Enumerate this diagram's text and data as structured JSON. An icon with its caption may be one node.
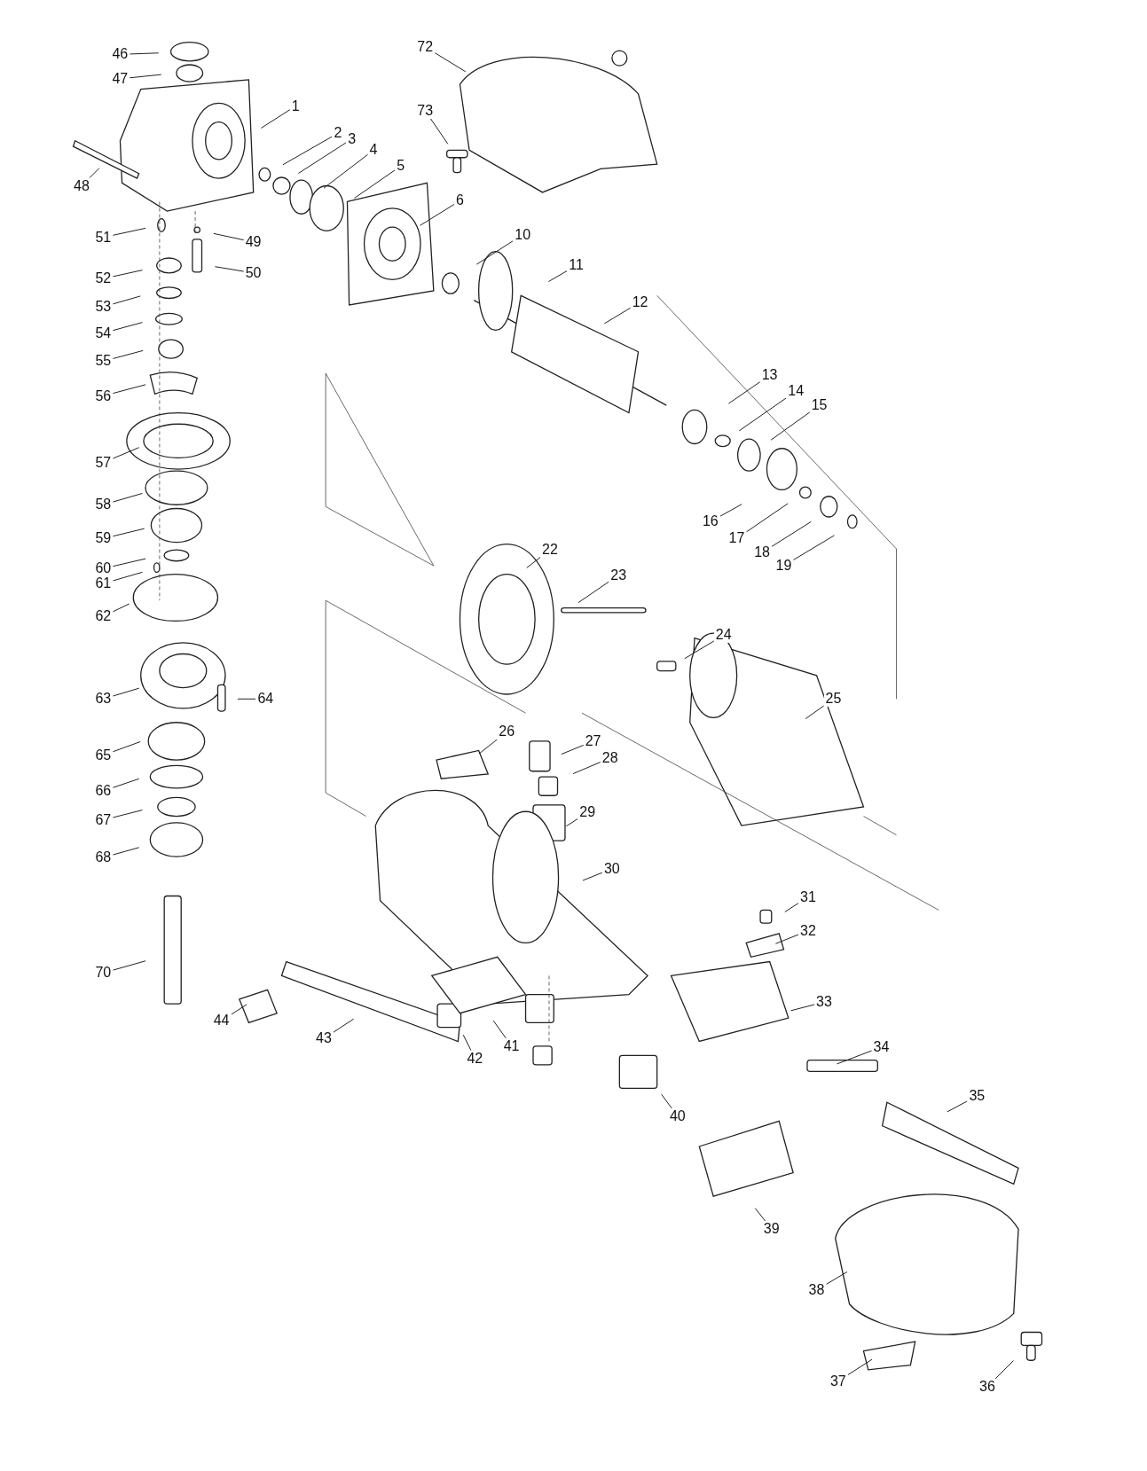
{
  "diagram": {
    "nodes": [
      {
        "text": [
          "46"
        ]
      },
      {
        "text": [
          "47"
        ]
      },
      {
        "text": [
          "72"
        ]
      },
      {
        "text": [
          "1"
        ]
      },
      {
        "text": [
          "73"
        ]
      },
      {
        "text": [
          "2"
        ]
      },
      {
        "text": [
          "3"
        ]
      },
      {
        "text": [
          "4"
        ]
      },
      {
        "text": [
          "5"
        ]
      },
      {
        "text": [
          "48"
        ]
      },
      {
        "text": [
          "6"
        ]
      },
      {
        "text": [
          "10"
        ]
      },
      {
        "text": [
          "51"
        ]
      },
      {
        "text": [
          "49"
        ]
      },
      {
        "text": [
          "11"
        ]
      },
      {
        "text": [
          "50"
        ]
      },
      {
        "text": [
          "52"
        ]
      },
      {
        "text": [
          "12"
        ]
      },
      {
        "text": [
          "53"
        ]
      },
      {
        "text": [
          "54"
        ]
      },
      {
        "text": [
          "55"
        ]
      },
      {
        "text": [
          "13"
        ]
      },
      {
        "text": [
          "14"
        ]
      },
      {
        "text": [
          "56"
        ]
      },
      {
        "text": [
          "15"
        ]
      },
      {
        "text": [
          "57"
        ]
      },
      {
        "text": [
          "58"
        ]
      },
      {
        "text": [
          "16"
        ]
      },
      {
        "text": [
          "59"
        ]
      },
      {
        "text": [
          "17"
        ]
      },
      {
        "text": [
          "22"
        ]
      },
      {
        "text": [
          "18"
        ]
      },
      {
        "text": [
          "19"
        ]
      },
      {
        "text": [
          "60"
        ]
      },
      {
        "text": [
          "23"
        ]
      },
      {
        "text": [
          "61"
        ]
      },
      {
        "text": [
          "62"
        ]
      },
      {
        "text": [
          "24"
        ]
      },
      {
        "text": [
          "63"
        ]
      },
      {
        "text": [
          "64"
        ]
      },
      {
        "text": [
          "25"
        ]
      },
      {
        "text": [
          "26"
        ]
      },
      {
        "text": [
          "27"
        ]
      },
      {
        "text": [
          "65"
        ]
      },
      {
        "text": [
          "28"
        ]
      },
      {
        "text": [
          "66"
        ]
      },
      {
        "text": [
          "29"
        ]
      },
      {
        "text": [
          "67"
        ]
      },
      {
        "text": [
          "68"
        ]
      },
      {
        "text": [
          "30"
        ]
      },
      {
        "text": [
          "31"
        ]
      },
      {
        "text": [
          "32"
        ]
      },
      {
        "text": [
          "70"
        ]
      },
      {
        "text": [
          "33"
        ]
      },
      {
        "text": [
          "44"
        ]
      },
      {
        "text": [
          "43"
        ]
      },
      {
        "text": [
          "41"
        ]
      },
      {
        "text": [
          "34"
        ]
      },
      {
        "text": [
          "42"
        ]
      },
      {
        "text": [
          "35"
        ]
      },
      {
        "text": [
          "40"
        ]
      },
      {
        "text": [
          "39"
        ]
      },
      {
        "text": [
          "38"
        ]
      },
      {
        "text": [
          "36"
        ]
      },
      {
        "text": [
          "37"
        ]
      }
    ],
    "edges": [
      {
        "from": 0,
        "to": null,
        "arrow": "none"
      },
      {
        "from": 1,
        "to": null,
        "arrow": "none"
      },
      {
        "from": 2,
        "to": null,
        "arrow": "none"
      },
      {
        "from": 3,
        "to": null,
        "arrow": "none"
      },
      {
        "from": 4,
        "to": null,
        "arrow": "none"
      },
      {
        "from": 5,
        "to": null,
        "arrow": "none"
      },
      {
        "from": 6,
        "to": null,
        "arrow": "none"
      },
      {
        "from": 7,
        "to": null,
        "arrow": "none"
      },
      {
        "from": 8,
        "to": null,
        "arrow": "none"
      },
      {
        "from": 9,
        "to": null,
        "arrow": "none"
      },
      {
        "from": 10,
        "to": null,
        "arrow": "none"
      },
      {
        "from": 11,
        "to": null,
        "arrow": "none"
      },
      {
        "from": 12,
        "to": null,
        "arrow": "none"
      },
      {
        "from": 13,
        "to": null,
        "arrow": "none"
      },
      {
        "from": 14,
        "to": null,
        "arrow": "none"
      },
      {
        "from": 15,
        "to": null,
        "arrow": "none"
      },
      {
        "from": 16,
        "to": null,
        "arrow": "none"
      },
      {
        "from": 17,
        "to": null,
        "arrow": "none"
      },
      {
        "from": 18,
        "to": null,
        "arrow": "none"
      },
      {
        "from": 19,
        "to": null,
        "arrow": "none"
      },
      {
        "from": 20,
        "to": null,
        "arrow": "none"
      },
      {
        "from": 21,
        "to": null,
        "arrow": "none"
      },
      {
        "from": 22,
        "to": null,
        "arrow": "none"
      },
      {
        "from": 23,
        "to": null,
        "arrow": "none"
      },
      {
        "from": 24,
        "to": null,
        "arrow": "none"
      },
      {
        "from": 25,
        "to": null,
        "arrow": "none"
      },
      {
        "from": 26,
        "to": null,
        "arrow": "none"
      },
      {
        "from": 27,
        "to": null,
        "arrow": "none"
      },
      {
        "from": 28,
        "to": null,
        "arrow": "none"
      },
      {
        "from": 29,
        "to": null,
        "arrow": "none"
      },
      {
        "from": 30,
        "to": null,
        "arrow": "none"
      },
      {
        "from": 31,
        "to": null,
        "arrow": "none"
      },
      {
        "from": 32,
        "to": null,
        "arrow": "none"
      },
      {
        "from": 33,
        "to": null,
        "arrow": "none"
      },
      {
        "from": 34,
        "to": null,
        "arrow": "none"
      },
      {
        "from": 35,
        "to": null,
        "arrow": "none"
      },
      {
        "from": 36,
        "to": null,
        "arrow": "none"
      },
      {
        "from": 37,
        "to": null,
        "arrow": "none"
      },
      {
        "from": 38,
        "to": null,
        "arrow": "none"
      },
      {
        "from": 39,
        "to": null,
        "arrow": "none"
      },
      {
        "from": 40,
        "to": null,
        "arrow": "none"
      },
      {
        "from": 41,
        "to": null,
        "arrow": "none"
      },
      {
        "from": 42,
        "to": null,
        "arrow": "none"
      },
      {
        "from": 43,
        "to": null,
        "arrow": "none"
      },
      {
        "from": 44,
        "to": null,
        "arrow": "none"
      },
      {
        "from": 45,
        "to": null,
        "arrow": "none"
      },
      {
        "from": 46,
        "to": null,
        "arrow": "none"
      },
      {
        "from": 47,
        "to": null,
        "arrow": "none"
      },
      {
        "from": 48,
        "to": null,
        "arrow": "none"
      },
      {
        "from": 49,
        "to": null,
        "arrow": "none"
      },
      {
        "from": 50,
        "to": null,
        "arrow": "none"
      },
      {
        "from": 51,
        "to": null,
        "arrow": "none"
      },
      {
        "from": 52,
        "to": null,
        "arrow": "none"
      },
      {
        "from": 53,
        "to": null,
        "arrow": "none"
      },
      {
        "from": 54,
        "to": null,
        "arrow": "none"
      },
      {
        "from": 55,
        "to": null,
        "arrow": "none"
      },
      {
        "from": 56,
        "to": null,
        "arrow": "none"
      },
      {
        "from": 57,
        "to": null,
        "arrow": "none"
      },
      {
        "from": 58,
        "to": null,
        "arrow": "none"
      },
      {
        "from": 59,
        "to": null,
        "arrow": "none"
      },
      {
        "from": 60,
        "to": null,
        "arrow": "none"
      },
      {
        "from": 61,
        "to": null,
        "arrow": "none"
      },
      {
        "from": 62,
        "to": null,
        "arrow": "none"
      },
      {
        "from": 63,
        "to": null,
        "arrow": "none"
      },
      {
        "from": 64,
        "to": null,
        "arrow": "none"
      }
    ]
  }
}
